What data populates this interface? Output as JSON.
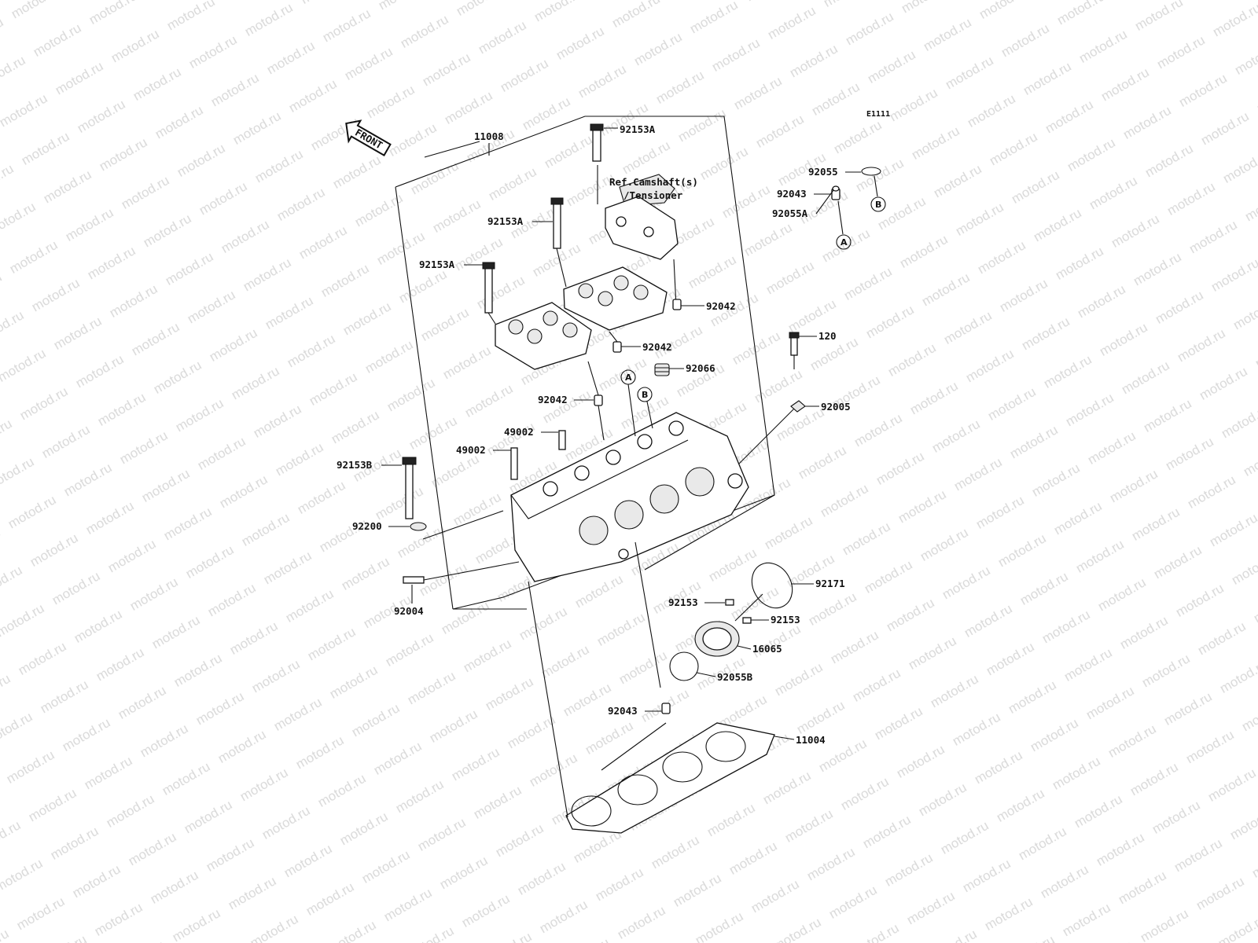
{
  "diagram_code": "E1111",
  "watermark": "motod.ru",
  "front_arrow": "FRONT",
  "reference_note": [
    "Ref.Camshaft(s)",
    "/Tensioner"
  ],
  "callout_circles": {
    "a_top": "A",
    "a_mid": "A",
    "b_top": "B",
    "b_mid": "B"
  },
  "labels": {
    "p11008": "11008",
    "p92153A_top": "92153A",
    "p92153A_mid": "92153A",
    "p92153A_left": "92153A",
    "p92042_a": "92042",
    "p92042_b": "92042",
    "p92042_c": "92042",
    "p92055": "92055",
    "p92043_top": "92043",
    "p92055A": "92055A",
    "p120": "120",
    "p92066": "92066",
    "p92005": "92005",
    "p49002_a": "49002",
    "p49002_b": "49002",
    "p92153B": "92153B",
    "p92200": "92200",
    "p92004": "92004",
    "p92171": "92171",
    "p92153_a": "92153",
    "p92153_b": "92153",
    "p16065": "16065",
    "p92055B": "92055B",
    "p92043_bot": "92043",
    "p11004": "11004"
  }
}
